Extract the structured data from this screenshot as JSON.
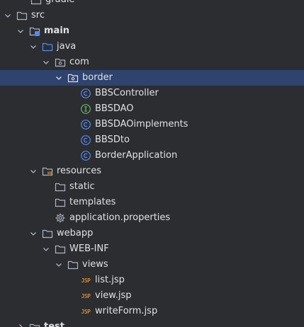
{
  "colors": {
    "background": "#2b2d30",
    "selection": "#2e436e",
    "text": "#dfe1e5",
    "class_icon": "#548af7",
    "interface_icon": "#5fb865",
    "jsp_icon": "#d0842f"
  },
  "tree": {
    "gradle": "gradle",
    "src": "src",
    "main": "main",
    "java": "java",
    "com": "com",
    "border": "border",
    "bbs_controller": "BBSController",
    "bbs_dao": "BBSDAO",
    "bbs_dao_impl": "BBSDAOimplements",
    "bbs_dto": "BBSDto",
    "border_application": "BorderApplication",
    "resources": "resources",
    "static": "static",
    "templates": "templates",
    "application_properties": "application.properties",
    "webapp": "webapp",
    "web_inf": "WEB-INF",
    "views": "views",
    "list_jsp": "list.jsp",
    "view_jsp": "view.jsp",
    "write_form_jsp": "writeForm.jsp",
    "test": "test"
  },
  "icons": {
    "folder": "folder-icon",
    "module": "module-folder-icon",
    "source_root": "source-root-icon",
    "package": "package-icon",
    "class": "class-icon",
    "interface": "interface-icon",
    "resources_root": "resources-folder-icon",
    "properties": "gear-icon",
    "jsp": "jsp-file-icon",
    "jsp_text": "JSP"
  }
}
